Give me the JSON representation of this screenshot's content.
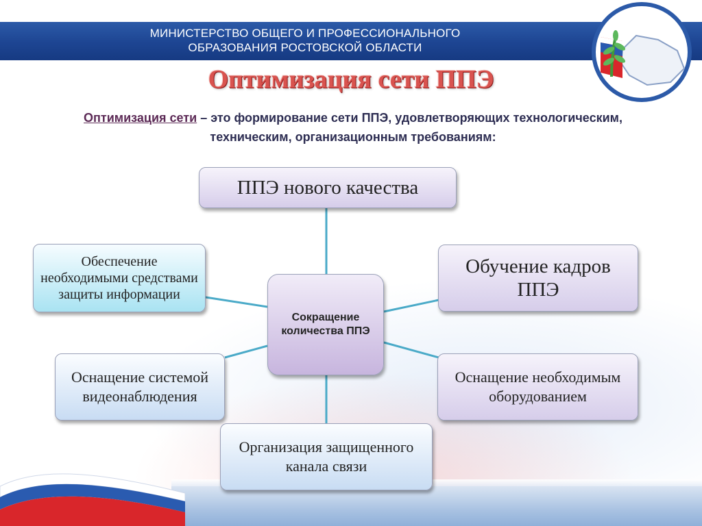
{
  "header": {
    "ministry_line1": "МИНИСТЕРСТВО ОБЩЕГО И ПРОФЕССИОНАЛЬНОГО",
    "ministry_line2": "ОБРАЗОВАНИЯ РОСТОВСКОЙ ОБЛАСТИ"
  },
  "title": "Оптимизация сети ППЭ",
  "definition": {
    "term": "Оптимизация сети",
    "text": " – это формирование сети ППЭ, удовлетворяющих технологическим, техническим, организационным требованиям:"
  },
  "diagram": {
    "center": "Сокращение количества ППЭ",
    "nodes": {
      "top": "ППЭ нового качества",
      "right_top": "Обучение кадров ППЭ",
      "right_bottom": "Оснащение необходимым оборудованием",
      "bottom": "Организация защищенного канала связи",
      "left_bottom": "Оснащение системой видеонаблюдения",
      "left_top": "Обеспечение необходимыми средствами защиты информации"
    }
  },
  "colors": {
    "header_bg": "#1d4592",
    "title": "#d9534f",
    "connector": "#4aaac8"
  },
  "icons": [
    "emblem-icon",
    "tricolor-ribbon-icon"
  ]
}
